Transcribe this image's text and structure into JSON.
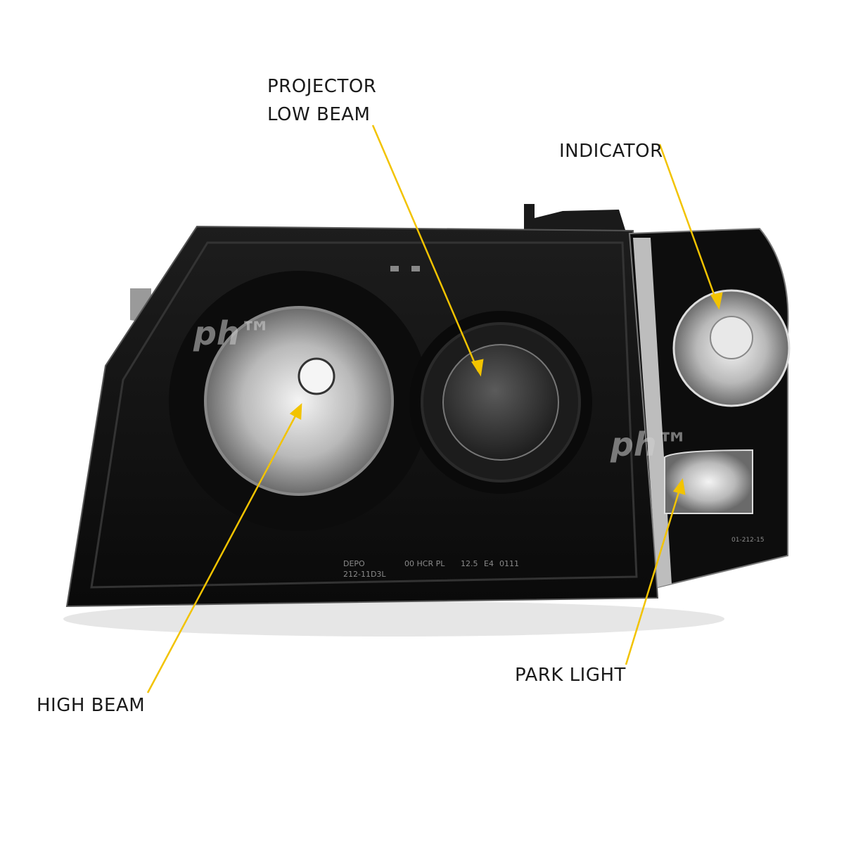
{
  "callouts": {
    "projector_line1": "PROJECTOR",
    "projector_line2": "LOW BEAM",
    "indicator": "INDICATOR",
    "high_beam": "HIGH BEAM",
    "park_light": "PARK LIGHT"
  },
  "lens_markings": {
    "brand": "DEPO",
    "code": "212-11D3L",
    "type": "00 HCR PL",
    "aim": "12.5",
    "approval": "E4",
    "approval_no": "0111",
    "corner_code": "01-212-15"
  },
  "watermark": "ph™",
  "colors": {
    "leader": "#f2c300",
    "housing": "#111111",
    "chrome": "#c9c9c9"
  }
}
